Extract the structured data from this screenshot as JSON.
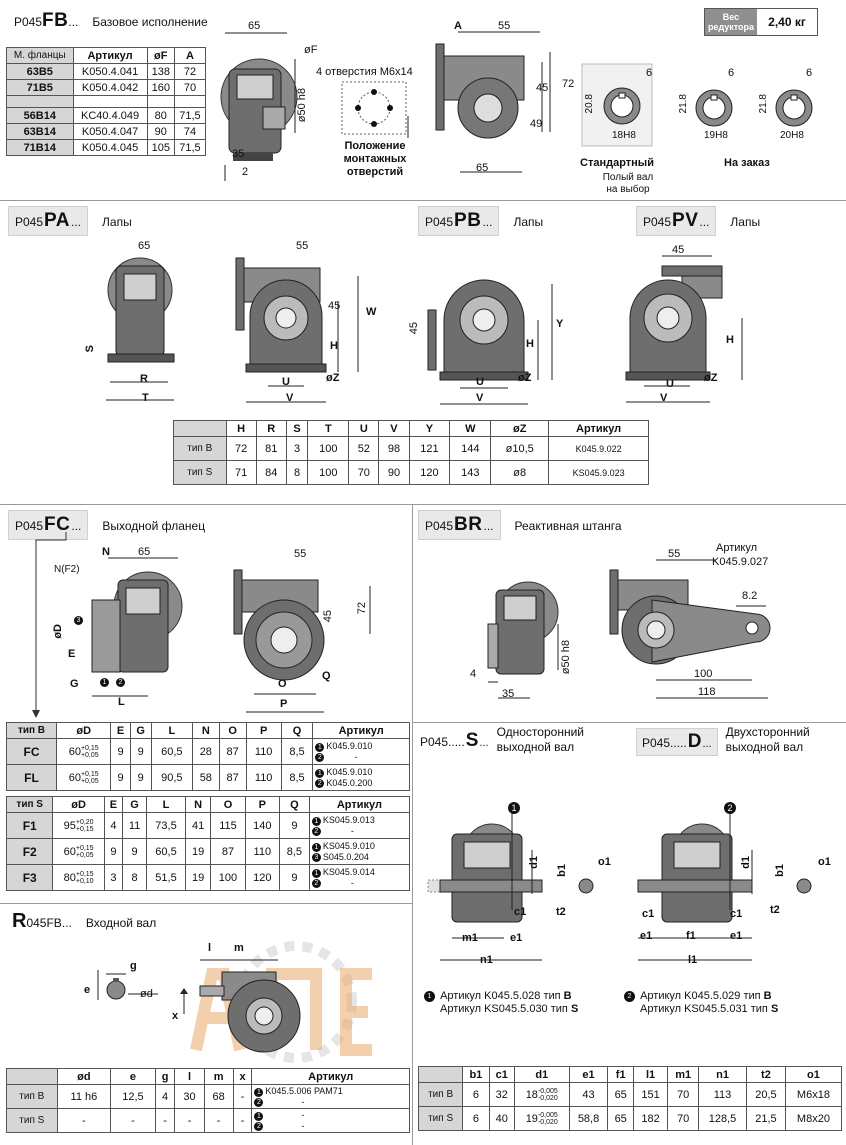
{
  "weight": {
    "label": "Вес редуктора",
    "value": "2,40 кг"
  },
  "fb": {
    "prefix": "P045",
    "code": "FB",
    "dots": "...",
    "desc": "Базовое исполнение",
    "table": {
      "headers": [
        "М. фланцы",
        "Артикул",
        "øF",
        "A"
      ],
      "rows": [
        [
          "63B5",
          "K050.4.041",
          "138",
          "72"
        ],
        [
          "71B5",
          "K050.4.042",
          "160",
          "70"
        ],
        [
          "",
          "",
          "",
          ""
        ],
        [
          "56B14",
          "KC40.4.049",
          "80",
          "71,5"
        ],
        [
          "63B14",
          "K050.4.047",
          "90",
          "74"
        ],
        [
          "71B14",
          "K050.4.045",
          "105",
          "71,5"
        ]
      ]
    },
    "dims": {
      "d65": "65",
      "dF": "øF",
      "d50": "ø50 h8",
      "d35": "35",
      "d2": "2",
      "dA": "A",
      "d55": "55",
      "d72": "72",
      "d45": "45",
      "d49": "49",
      "d65b": "65"
    },
    "holes": "4 отверстия М6x14",
    "mount_pos": "Положение монтажных отверстий",
    "shafts": {
      "std_title": "Стандартный",
      "std_sub": "Полый вал на выбор",
      "order_title": "На заказ",
      "s1": {
        "k": "6",
        "d": "20.8",
        "h": "18H8"
      },
      "s2": {
        "k": "6",
        "d": "21.8",
        "h": "19H8"
      },
      "s3": {
        "k": "6",
        "d": "21.8",
        "h": "20H8"
      }
    }
  },
  "pa": {
    "prefix": "P045",
    "code": "PA",
    "dots": "...",
    "desc": "Лапы",
    "l65": "65",
    "l55": "55",
    "lW": "W",
    "lH": "H",
    "l45": "45",
    "lS": "S",
    "lR": "R",
    "lT": "T",
    "lU": "U",
    "lV": "V",
    "lZ": "øZ"
  },
  "pb": {
    "prefix": "P045",
    "code": "PB",
    "dots": "...",
    "desc": "Лапы",
    "l45": "45",
    "lH": "H",
    "lY": "Y",
    "lU": "U",
    "lV": "V",
    "lZ": "øZ"
  },
  "pv": {
    "prefix": "P045",
    "code": "PV",
    "dots": "...",
    "desc": "Лапы",
    "l45": "45",
    "lH": "H",
    "lU": "U",
    "lV": "V",
    "lZ": "øZ"
  },
  "feet_table": {
    "headers": [
      "",
      "H",
      "R",
      "S",
      "T",
      "U",
      "V",
      "Y",
      "W",
      "øZ",
      "Артикул"
    ],
    "rows": [
      [
        "тип B",
        "72",
        "81",
        "3",
        "100",
        "52",
        "98",
        "121",
        "144",
        "ø10,5",
        "K045.9.022"
      ],
      [
        "тип S",
        "71",
        "84",
        "8",
        "100",
        "70",
        "90",
        "120",
        "143",
        "ø8",
        "KS045.9.023"
      ]
    ]
  },
  "fc": {
    "prefix": "P045",
    "code": "FC",
    "dots": "...",
    "desc": "Выходной фланец",
    "lN": "N",
    "lNF2": "N(F2)",
    "l65": "65",
    "lD": "øD",
    "lE": "E",
    "lG": "G",
    "lL": "L",
    "l55": "55",
    "l72": "72",
    "l45": "45",
    "lQ": "Q",
    "lO": "O",
    "lP": "P",
    "m1": "1",
    "m2": "2",
    "m3": "3"
  },
  "fc_table_b": {
    "headers": [
      "тип B",
      "øD",
      "E",
      "G",
      "L",
      "N",
      "O",
      "P",
      "Q",
      "Артикул"
    ],
    "rows": [
      {
        "name": "FC",
        "d": "60",
        "tol1": "+0,15",
        "tol2": "+0,05",
        "e": "9",
        "g": "9",
        "l": "60,5",
        "n": "28",
        "o": "87",
        "p": "110",
        "q": "8,5",
        "a1": "K045.9.010",
        "a2": "-"
      },
      {
        "name": "FL",
        "d": "60",
        "tol1": "+0,15",
        "tol2": "+0,05",
        "e": "9",
        "g": "9",
        "l": "90,5",
        "n": "58",
        "o": "87",
        "p": "110",
        "q": "8,5",
        "a1": "K045.9.010",
        "a2": "K045.0.200"
      }
    ]
  },
  "fc_table_s": {
    "headers": [
      "тип S",
      "øD",
      "E",
      "G",
      "L",
      "N",
      "O",
      "P",
      "Q",
      "Артикул"
    ],
    "rows": [
      {
        "name": "F1",
        "d": "95",
        "tol1": "+0,20",
        "tol2": "+0,15",
        "e": "4",
        "g": "11",
        "l": "73,5",
        "n": "41",
        "o": "115",
        "p": "140",
        "q": "9",
        "a1": "KS045.9.013",
        "a2": "-",
        "m2": "2"
      },
      {
        "name": "F2",
        "d": "60",
        "tol1": "+0,15",
        "tol2": "+0,05",
        "e": "9",
        "g": "9",
        "l": "60,5",
        "n": "19",
        "o": "87",
        "p": "110",
        "q": "8,5",
        "a1": "KS045.9.010",
        "a2": "S045.0.204",
        "m2": "3"
      },
      {
        "name": "F3",
        "d": "80",
        "tol1": "+0,15",
        "tol2": "+0,10",
        "e": "3",
        "g": "8",
        "l": "51,5",
        "n": "19",
        "o": "100",
        "p": "120",
        "q": "9",
        "a1": "KS045.9.014",
        "a2": "-",
        "m2": "2"
      }
    ]
  },
  "br": {
    "prefix": "P045",
    "code": "BR",
    "dots": "...",
    "desc": "Реактивная штанга",
    "art_label": "Артикул",
    "art": "K045.9.027",
    "l55": "55",
    "l82": "8.2",
    "l50": "ø50 h8",
    "l4": "4",
    "l35": "35",
    "l100": "100",
    "l118": "118"
  },
  "s": {
    "prefix": "P045.....",
    "code": "S",
    "dots": "...",
    "desc1": "Односторонний",
    "desc2": "выходной вал",
    "mark": "1"
  },
  "d": {
    "prefix": "P045.....",
    "code": "D",
    "dots": "...",
    "desc1": "Двухсторонний",
    "desc2": "выходной вал",
    "mark": "2"
  },
  "shaft_labels": {
    "d1": "d1",
    "b1": "b1",
    "o1": "o1",
    "t2": "t2",
    "c1": "c1",
    "m1": "m1",
    "e1": "e1",
    "n1": "n1",
    "f1": "f1",
    "l1": "l1"
  },
  "shaft_notes": {
    "n1_mark": "1",
    "n1_line1": "Артикул K045.5.028  тип",
    "n1_t1": "B",
    "n1_line2": "Артикул KS045.5.030  тип",
    "n1_t2": "S",
    "n2_mark": "2",
    "n2_line1": "Артикул K045.5.029  тип",
    "n2_t1": "B",
    "n2_line2": "Артикул KS045.5.031  тип",
    "n2_t2": "S"
  },
  "shaft_table": {
    "headers": [
      "",
      "b1",
      "c1",
      "d1",
      "e1",
      "f1",
      "l1",
      "m1",
      "n1",
      "t2",
      "o1"
    ],
    "rows": [
      {
        "name": "тип B",
        "b1": "6",
        "c1": "32",
        "d1": "18",
        "tol1": "-0,005",
        "tol2": "-0,020",
        "e1": "43",
        "f1": "65",
        "l1": "151",
        "m1": "70",
        "n1": "113",
        "t2": "20,5",
        "o1": "M6x18"
      },
      {
        "name": "тип S",
        "b1": "6",
        "c1": "40",
        "d1": "19",
        "tol1": "-0,005",
        "tol2": "-0,020",
        "e1": "58,8",
        "f1": "65",
        "l1": "182",
        "m1": "70",
        "n1": "128,5",
        "t2": "21,5",
        "o1": "M8x20"
      }
    ]
  },
  "r": {
    "code": "R",
    "prefix": "045FB",
    "dots": "...",
    "desc": "Входной вал",
    "lg": "g",
    "le": "e",
    "ld": "ød",
    "ll": "l",
    "lm": "m",
    "lx": "x"
  },
  "input_table": {
    "headers": [
      "",
      "ød",
      "e",
      "g",
      "l",
      "m",
      "x",
      "Артикул"
    ],
    "rows": [
      {
        "name": "тип B",
        "d": "11 h6",
        "e": "12,5",
        "g": "4",
        "l": "30",
        "m": "68",
        "x": "-",
        "a1": "K045.5.006 PAM71",
        "a2": "-"
      },
      {
        "name": "тип S",
        "d": "-",
        "e": "-",
        "g": "-",
        "l": "-",
        "m": "-",
        "x": "-",
        "a1": "-",
        "a2": "-"
      }
    ]
  },
  "colors": {
    "header_gray": "#d6d6d6",
    "tab_bg": "#e9e9e9",
    "weight_bg": "#8f8f8f",
    "housing": "#6e6e6e",
    "watermark": "#e8a86a"
  }
}
